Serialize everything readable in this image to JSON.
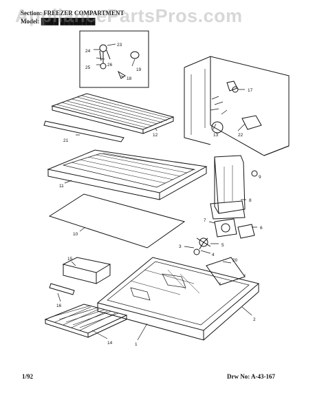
{
  "header": {
    "line1": "Section: FREEZER COMPARTMENT",
    "line2": "Model: ████ ████████"
  },
  "watermark": "AppliancePartsPros.com",
  "footer": {
    "date": "1/92",
    "drawing_number": "Drw No: A-43-167"
  },
  "callouts": [
    "23",
    "24",
    "26",
    "25",
    "19",
    "18",
    "17",
    "13",
    "22",
    "12",
    "21",
    "9",
    "11",
    "8",
    "10",
    "7",
    "6",
    "5",
    "3",
    "4",
    "20",
    "15",
    "16",
    "2",
    "1",
    "14"
  ],
  "colors": {
    "ink": "#111111",
    "paper": "#ffffff",
    "watermark": "#969696"
  }
}
